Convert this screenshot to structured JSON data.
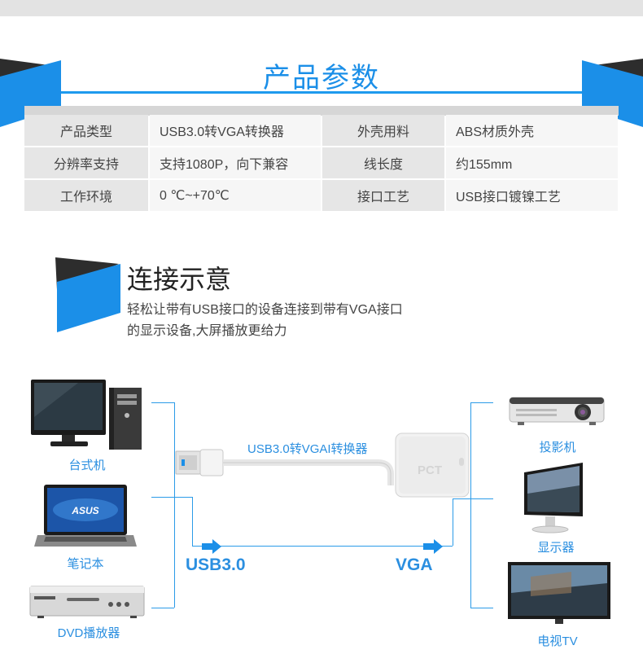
{
  "header": {
    "title": "产品参数"
  },
  "specs": {
    "rows": [
      {
        "k1": "产品类型",
        "v1": "USB3.0转VGA转换器",
        "k2": "外壳用料",
        "v2": "ABS材质外壳"
      },
      {
        "k1": "分辨率支持",
        "v1": "支持1080P，向下兼容",
        "k2": "线长度",
        "v2": "约155mm"
      },
      {
        "k1": "工作环境",
        "v1": "0 ℃~+70℃",
        "k2": "接口工艺",
        "v2": "USB接口镀镍工艺"
      }
    ]
  },
  "connection": {
    "title": "连接示意",
    "desc_line1": "轻松让带有USB接口的设备连接到带有VGA接口",
    "desc_line2": "的显示设备,大屏播放更给力"
  },
  "diagram": {
    "adapter_label": "USB3.0转VGAI转换器",
    "adapter_brand": "PCT",
    "usb_label": "USB3.0",
    "vga_label": "VGA",
    "left_devices": [
      "台式机",
      "笔记本",
      "DVD播放器"
    ],
    "right_devices": [
      "投影机",
      "显示器",
      "电视TV"
    ],
    "laptop_brand": "ASUS"
  },
  "colors": {
    "accent": "#1b8fe8",
    "dark": "#2a2a2a"
  }
}
